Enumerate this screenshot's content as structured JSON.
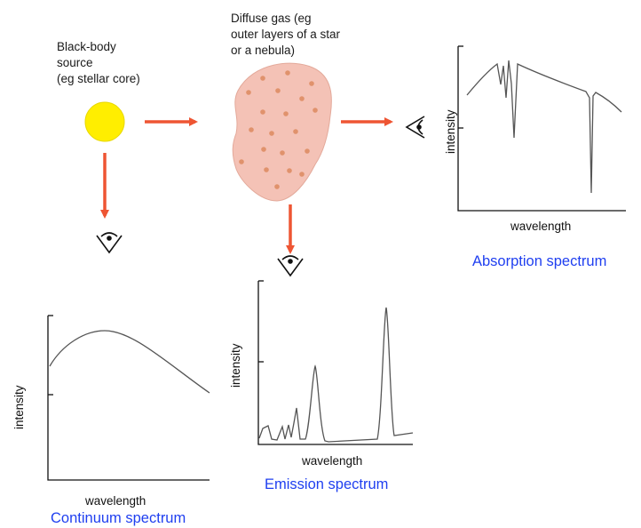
{
  "source": {
    "text": "Black-body\nsource\n(eg stellar core)",
    "color": "#ffee00"
  },
  "gas": {
    "text": "Diffuse gas (eg\nouter layers of a star\nor a nebula)",
    "fill": "#f4c2b6",
    "dot_color": "#e0926c"
  },
  "arrow_color": "#ee5533",
  "icons": [
    "eye-icon",
    "eye-icon",
    "eye-icon"
  ],
  "absorption": {
    "caption": "Absorption spectrum",
    "xlabel": "wavelength",
    "ylabel": "intensity"
  },
  "continuum": {
    "caption": "Continuum spectrum",
    "xlabel": "wavelength",
    "ylabel": "intensity"
  },
  "emission": {
    "caption": "Emission spectrum",
    "xlabel": "wavelength",
    "ylabel": "intensity"
  },
  "caption_color": "#1f3ff0"
}
